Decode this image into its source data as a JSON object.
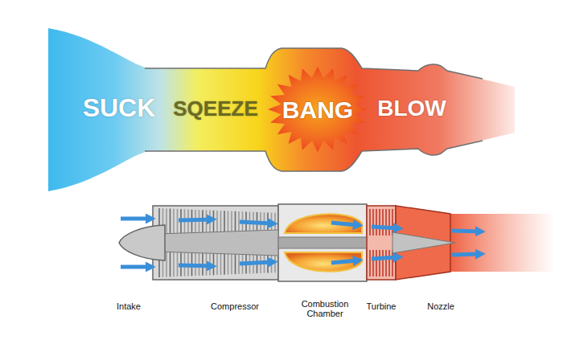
{
  "diagram": {
    "labels": [
      "SUCK",
      "SQEEZE",
      "BANG",
      "BLOW",
      "Intake",
      "Compressor",
      "Combustion Chamber",
      "Turbine",
      "Nozzle"
    ]
  }
}
